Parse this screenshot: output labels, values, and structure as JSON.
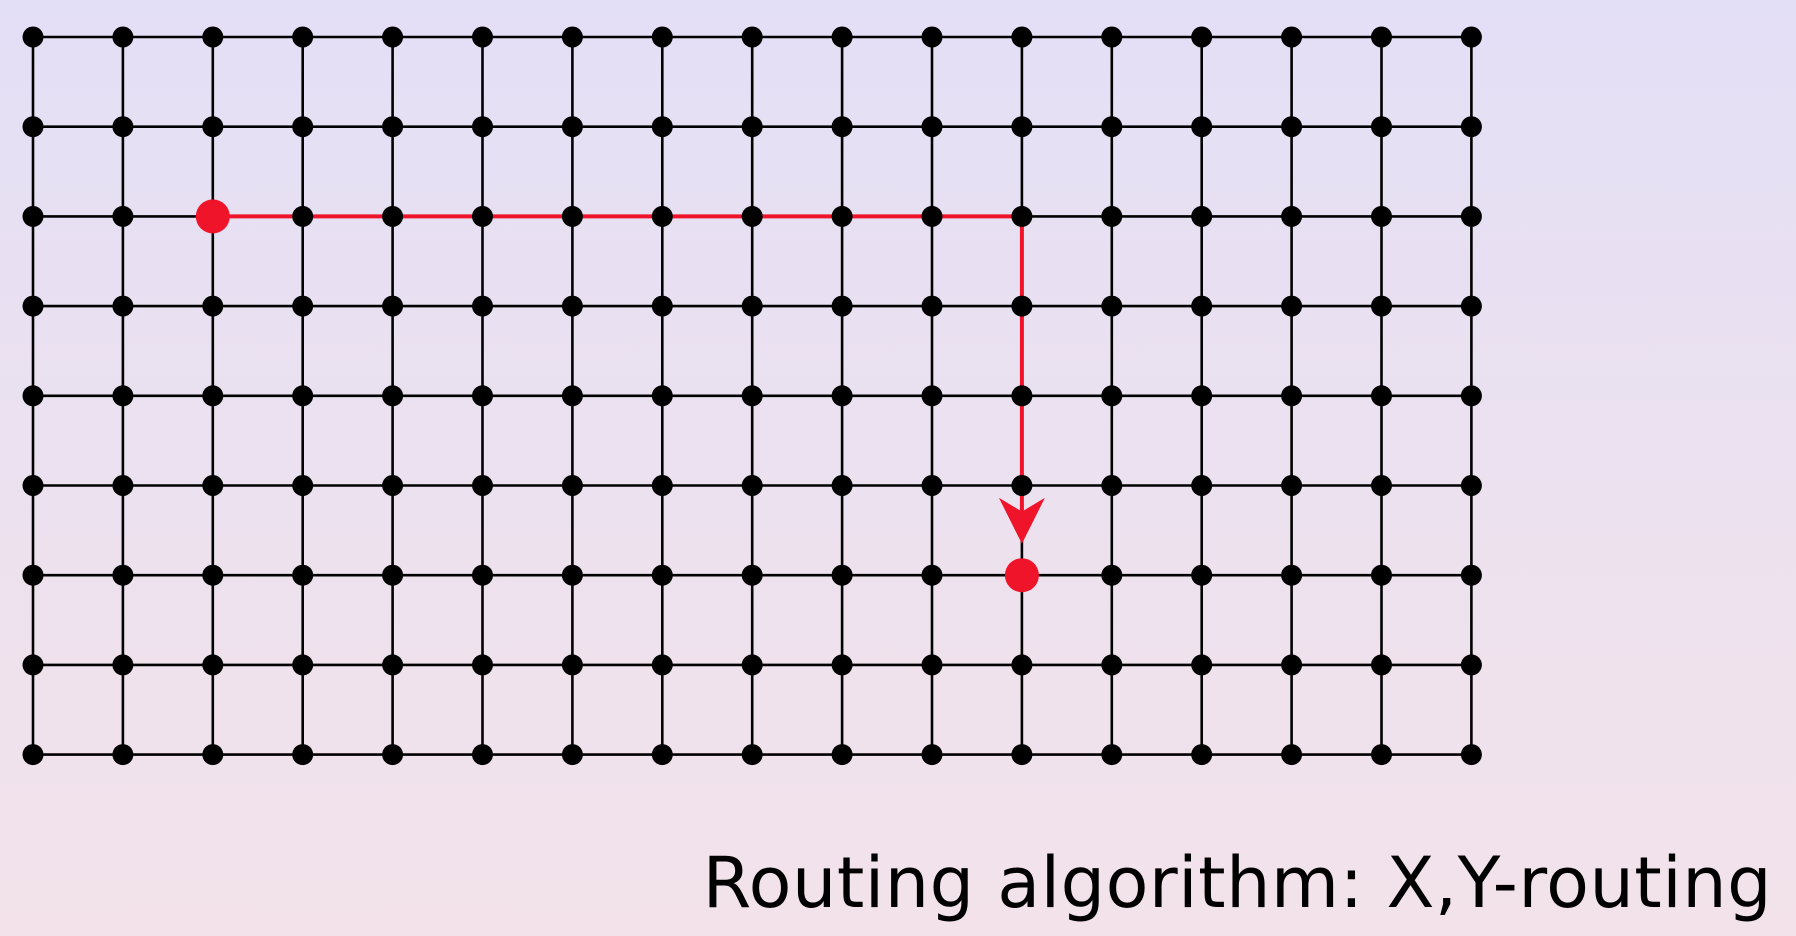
{
  "caption": "Routing algorithm: X,Y-routing",
  "mesh": {
    "columns": 17,
    "rows": 9
  },
  "route": {
    "source": {
      "col": 2,
      "row": 2
    },
    "destination": {
      "col": 11,
      "row": 6
    },
    "order": [
      "X",
      "Y"
    ]
  },
  "colors": {
    "grid": "#000000",
    "node": "#000000",
    "route": "#f0142a"
  }
}
